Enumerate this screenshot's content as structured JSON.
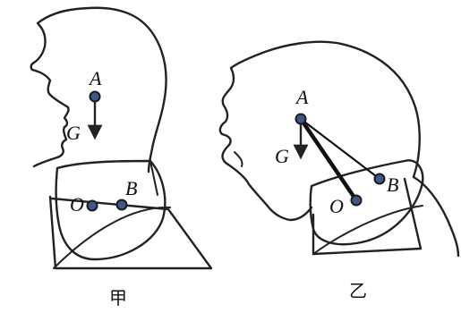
{
  "colors": {
    "line": "#222222",
    "point_fill": "#3b5a8a",
    "point_stroke": "#1b1b1b",
    "text": "#111111"
  },
  "figure_jia": {
    "caption": "甲",
    "labels": {
      "A": "A",
      "G": "G",
      "O": "O",
      "B": "B"
    }
  },
  "figure_yi": {
    "caption": "乙",
    "labels": {
      "A": "A",
      "G": "G",
      "O": "O",
      "B": "B"
    }
  }
}
